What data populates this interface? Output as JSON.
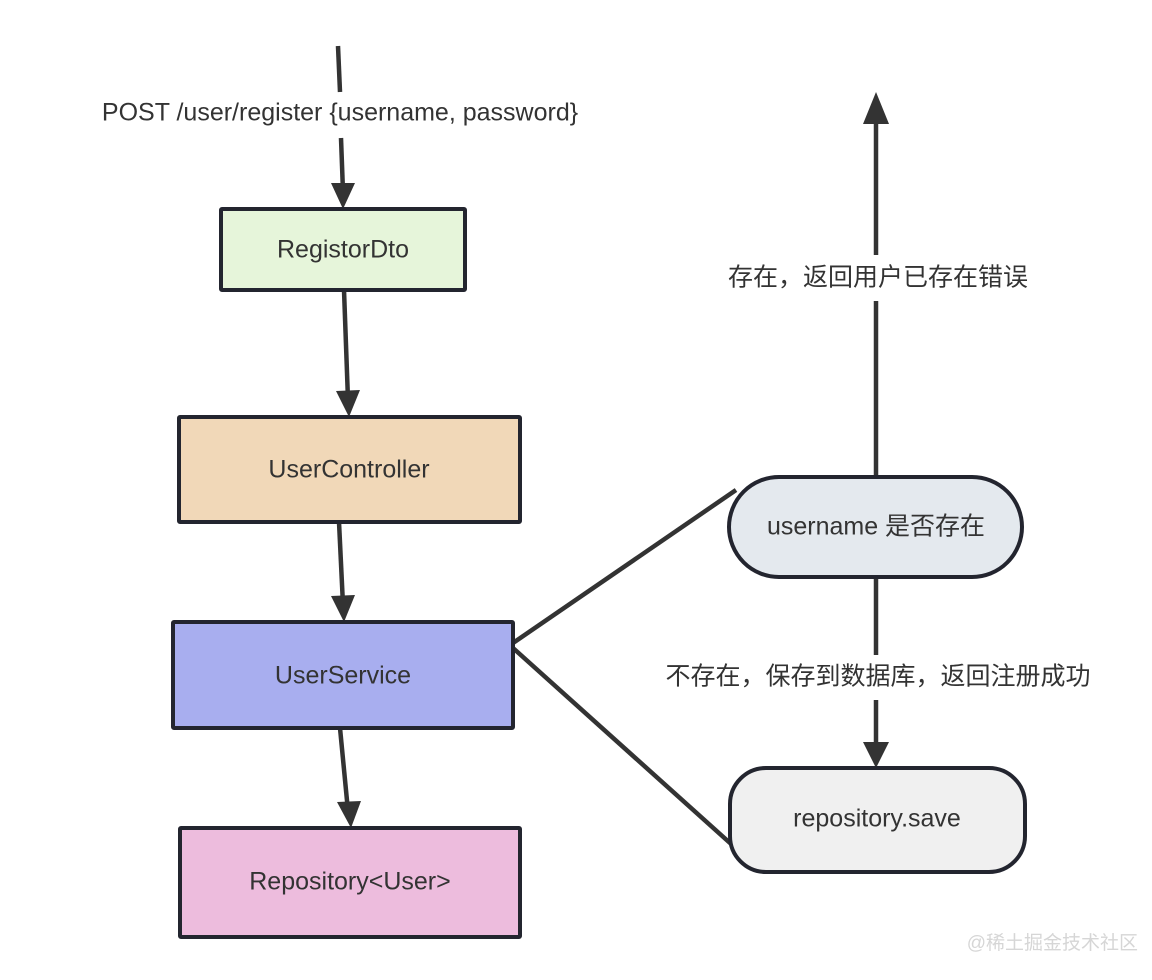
{
  "diagram": {
    "title": "User Registration Flow",
    "background": "#ffffff",
    "stroke_color": "#23252f",
    "line_color": "#333333",
    "text_color": "#333333",
    "nodes": [
      {
        "id": "registor-dto",
        "label": "RegistorDto",
        "shape": "rect",
        "fill": "#e6f5da"
      },
      {
        "id": "user-controller",
        "label": "UserController",
        "shape": "rect",
        "fill": "#f1d8b8"
      },
      {
        "id": "user-service",
        "label": "UserService",
        "shape": "rect",
        "fill": "#a8aeef"
      },
      {
        "id": "repository-user",
        "label": "Repository<User>",
        "shape": "rect",
        "fill": "#edbcdd"
      },
      {
        "id": "username-exists",
        "label": "username 是否存在",
        "shape": "pill",
        "fill": "#e4e9ee"
      },
      {
        "id": "repository-save",
        "label": "repository.save",
        "shape": "rounded",
        "fill": "#f0f0f0"
      }
    ],
    "edge_labels": [
      {
        "id": "request-label",
        "text": "POST /user/register {username, password}"
      },
      {
        "id": "exists-error-label",
        "text": "存在，返回用户已存在错误"
      },
      {
        "id": "not-exists-success-label",
        "text": "不存在，保存到数据库，返回注册成功"
      }
    ],
    "watermark": "@稀土掘金技术社区"
  }
}
